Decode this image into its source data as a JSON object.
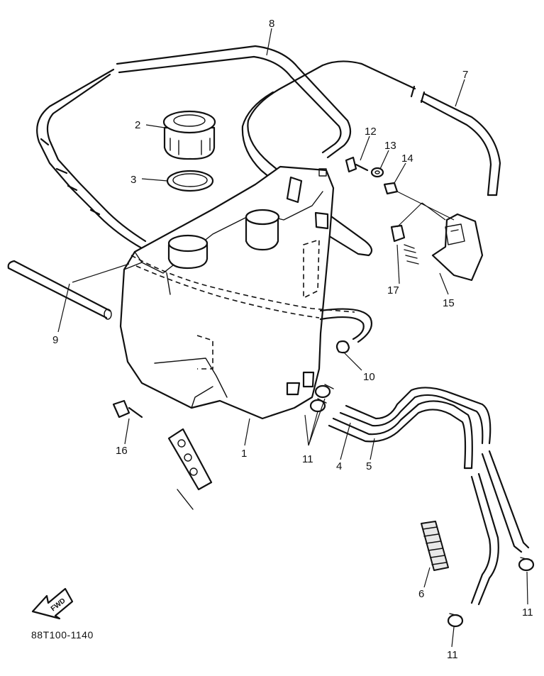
{
  "diagram": {
    "part_code": "88T100-1140",
    "fwd_label": "FWD",
    "callouts": {
      "p1": "1",
      "p2": "2",
      "p3": "3",
      "p4": "4",
      "p5": "5",
      "p6": "6",
      "p7": "7",
      "p8": "8",
      "p9": "9",
      "p10": "10",
      "p11a": "11",
      "p11b": "11",
      "p11c": "11",
      "p12": "12",
      "p13": "13",
      "p14": "14",
      "p15": "15",
      "p16": "16",
      "p17": "17"
    }
  }
}
